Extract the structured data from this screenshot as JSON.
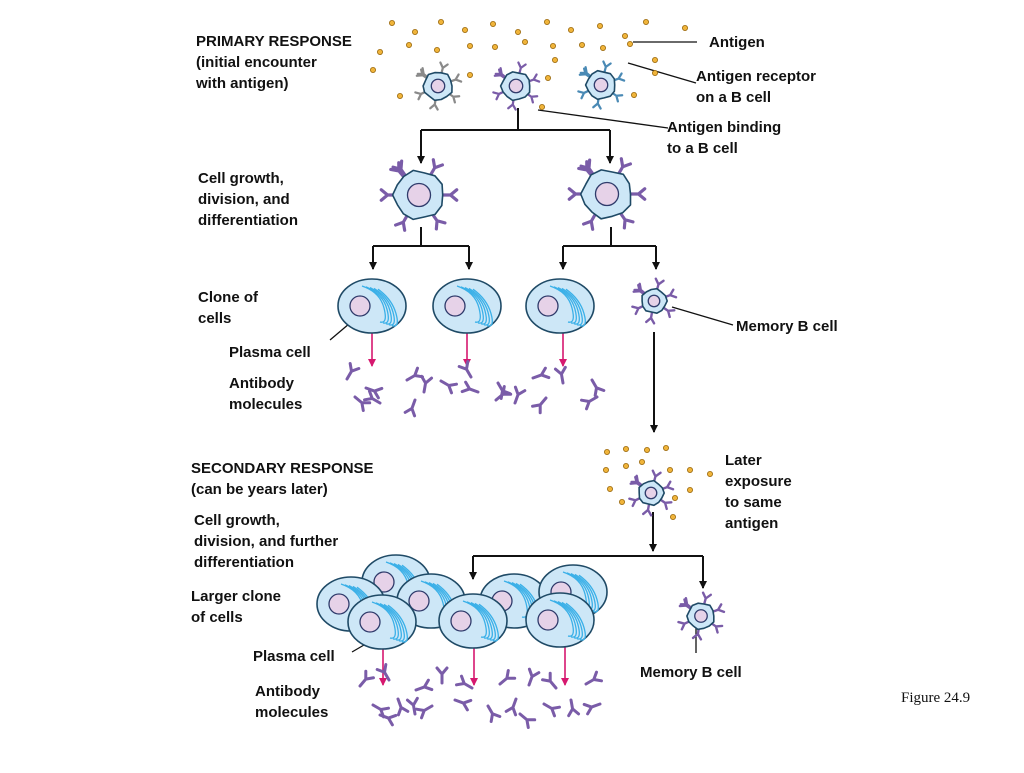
{
  "primary": {
    "title": "PRIMARY RESPONSE\n(initial encounter\nwith antigen)",
    "growth": "Cell growth,\ndivision, and\ndifferentiation",
    "clone": "Clone of\ncells",
    "plasma": "Plasma cell",
    "antibody": "Antibody\nmolecules"
  },
  "callouts": {
    "antigen": "Antigen",
    "receptor": "Antigen receptor\non a B cell",
    "binding": "Antigen binding\nto a B cell",
    "memory": "Memory B cell"
  },
  "secondary": {
    "title": "SECONDARY RESPONSE\n(can be years later)",
    "growth": "Cell growth,\ndivision, and further\ndifferentiation",
    "clone": "Larger clone\nof cells",
    "plasma": "Plasma cell",
    "antibody": "Antibody\nmolecules",
    "exposure": "Later\nexposure\nto same\nantigen",
    "memory": "Memory B cell"
  },
  "figure_label": "Figure 24.9",
  "colors": {
    "cell_fill": "#cde7f7",
    "cell_stroke": "#1f4a66",
    "nucleus": "#e6d2e8",
    "receptor": "#7a5ca8",
    "receptor_gray": "#8a8a8a",
    "receptor_blue": "#4a8ab5",
    "antigen": "#f0b43a",
    "er": "#3ab0e8",
    "secretion_arrow": "#d6186f"
  }
}
